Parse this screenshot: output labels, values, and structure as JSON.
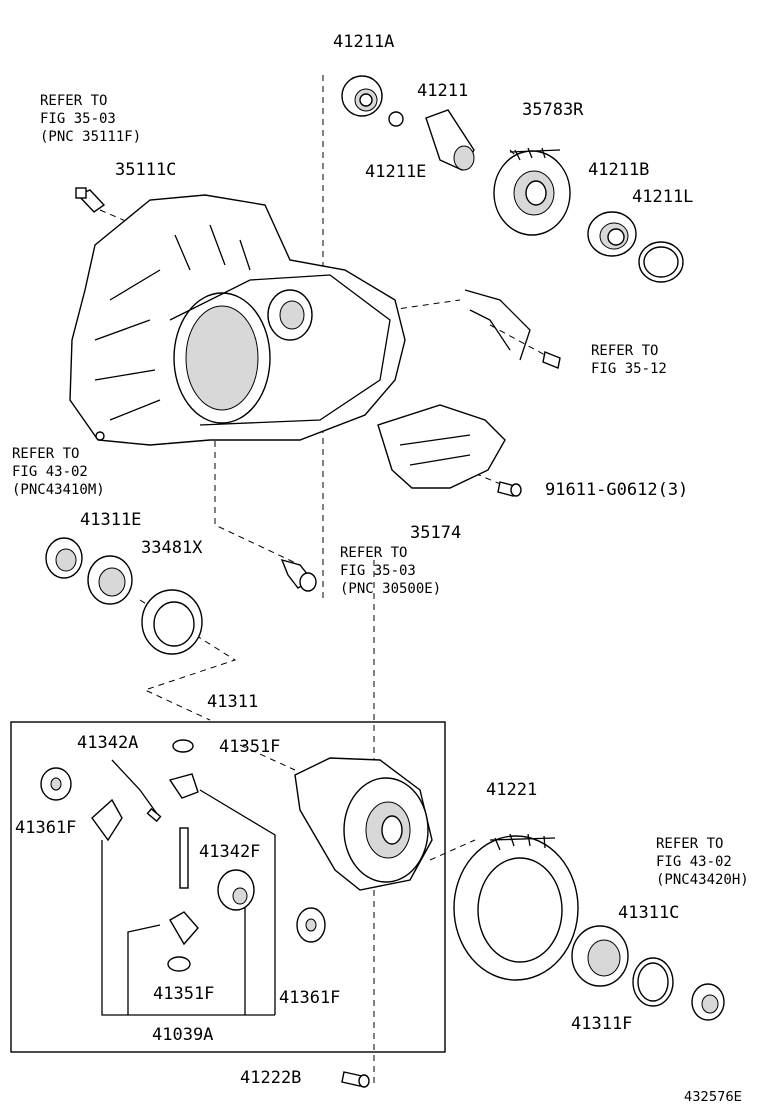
{
  "labels": {
    "p41211A": "41211A",
    "p41211": "41211",
    "p41211E": "41211E",
    "p35783R": "35783R",
    "p41211B": "41211B",
    "p41211L": "41211L",
    "p35111C": "35111C",
    "p35174": "35174",
    "p91611": "91611-G0612(3)",
    "p41311E": "41311E",
    "p33481X": "33481X",
    "p41311": "41311",
    "p41342A": "41342A",
    "p41351F_top": "41351F",
    "p41361F_left": "41361F",
    "p41342F": "41342F",
    "p41351F_bot": "41351F",
    "p41361F_right": "41361F",
    "p41039A": "41039A",
    "p41221": "41221",
    "p41311C": "41311C",
    "p41311F": "41311F",
    "p41222B": "41222B",
    "diagram_id": "432576E"
  },
  "refs": {
    "ref_35111f": "REFER TO\nFIG 35-03\n(PNC 35111F)",
    "ref_35_12": "REFER TO\nFIG 35-12",
    "ref_43410m": "REFER TO\nFIG 43-02\n(PNC43410M)",
    "ref_30500e": "REFER TO\nFIG 35-03\n(PNC 30500E)",
    "ref_43420h": "REFER TO\nFIG 43-02\n(PNC43420H)"
  }
}
